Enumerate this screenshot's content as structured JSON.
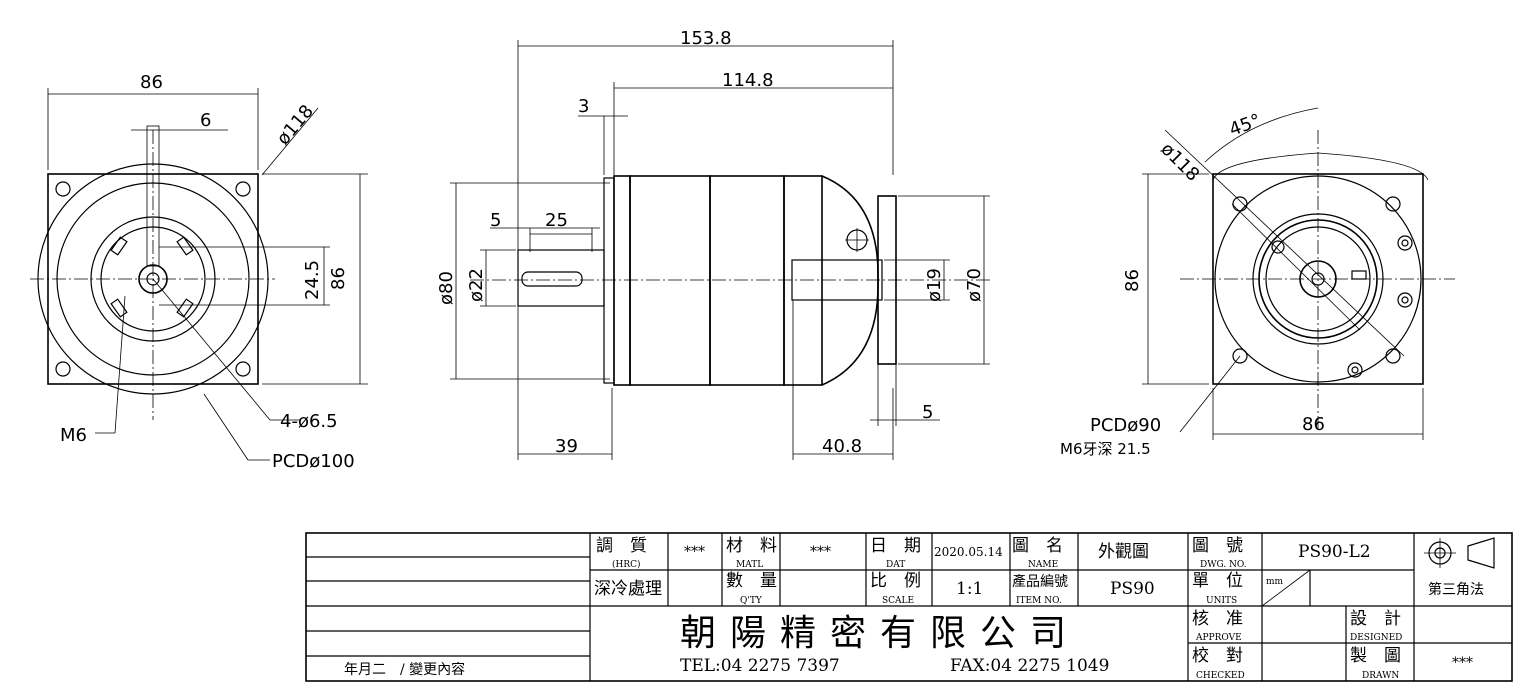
{
  "front_view": {
    "dim_width": "86",
    "dim_key": "6",
    "dim_pcd_outer": "ø118",
    "dim_height": "86",
    "dim_shaft": "24.5",
    "label_thread": "M6",
    "label_holes": "4-ø6.5",
    "label_pcd": "PCDø100"
  },
  "side_view": {
    "dim_total": "153.8",
    "dim_body": "114.8",
    "dim_flange": "3",
    "dim_key_offset": "5",
    "dim_key_len": "25",
    "dim_input_dia": "ø80",
    "dim_shaft_in": "ø22",
    "dim_shaft_out": "ø19",
    "dim_output_dia": "ø70",
    "dim_5b": "5",
    "dim_39": "39",
    "dim_408": "40.8"
  },
  "rear_view": {
    "dim_dia": "ø118",
    "dim_angle": "45°",
    "dim_height": "86",
    "dim_width": "86",
    "label_pcd": "PCDø90",
    "label_thread": "M6牙深 21.5"
  },
  "title_block": {
    "hrc_label": "調　質",
    "hrc_sub": "(HRC)",
    "hrc_value": "***",
    "matl_label": "材　料",
    "matl_sub": "MATL",
    "matl_value": "***",
    "date_label": "日　期",
    "date_sub": "DAT",
    "date_value": "2020.05.14",
    "name_label": "圖　名",
    "name_sub": "NAME",
    "name_value": "外觀圖",
    "dwg_label": "圖　號",
    "dwg_sub": "DWG. NO.",
    "dwg_value": "PS90-L2",
    "treatment": "深冷處理",
    "qty_label": "數　量",
    "qty_sub": "Q'TY",
    "scale_label": "比　例",
    "scale_sub": "SCALE",
    "scale_value": "1:1",
    "item_label": "產品編號",
    "item_sub": "ITEM NO.",
    "item_value": "PS90",
    "units_label": "單　位",
    "units_sub": "UNITS",
    "units_value": "mm",
    "projection": "第三角法",
    "company": "朝陽精密有限公司",
    "tel": "TEL:04 2275 7397",
    "fax": "FAX:04 2275 1049",
    "approve_label": "核　准",
    "approve_sub": "APPROVE",
    "checked_label": "校　對",
    "checked_sub": "CHECKED",
    "designed_label": "設　計",
    "designed_sub": "DESIGNED",
    "drawn_label": "製　圖",
    "drawn_sub": "DRAWN",
    "drawn_value": "***",
    "revision": "年月二　/ 變更內容"
  }
}
